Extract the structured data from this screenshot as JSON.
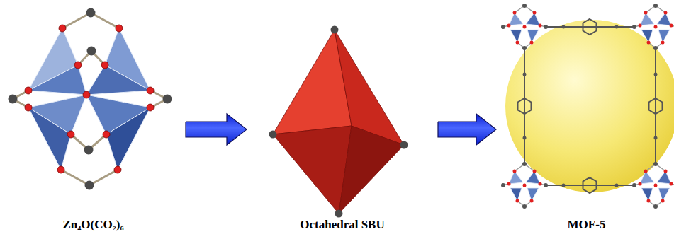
{
  "diagram": {
    "nodes": [
      {
        "text": [
          "Zn₄O(CO₂)₆"
        ]
      },
      {
        "text": [
          "Octahedral SBU"
        ]
      },
      {
        "text": [
          "MOF-5"
        ]
      }
    ],
    "edges": [
      {
        "from": 0,
        "to": 1,
        "arrow": "to"
      },
      {
        "from": 1,
        "to": 2,
        "arrow": "to"
      }
    ]
  }
}
